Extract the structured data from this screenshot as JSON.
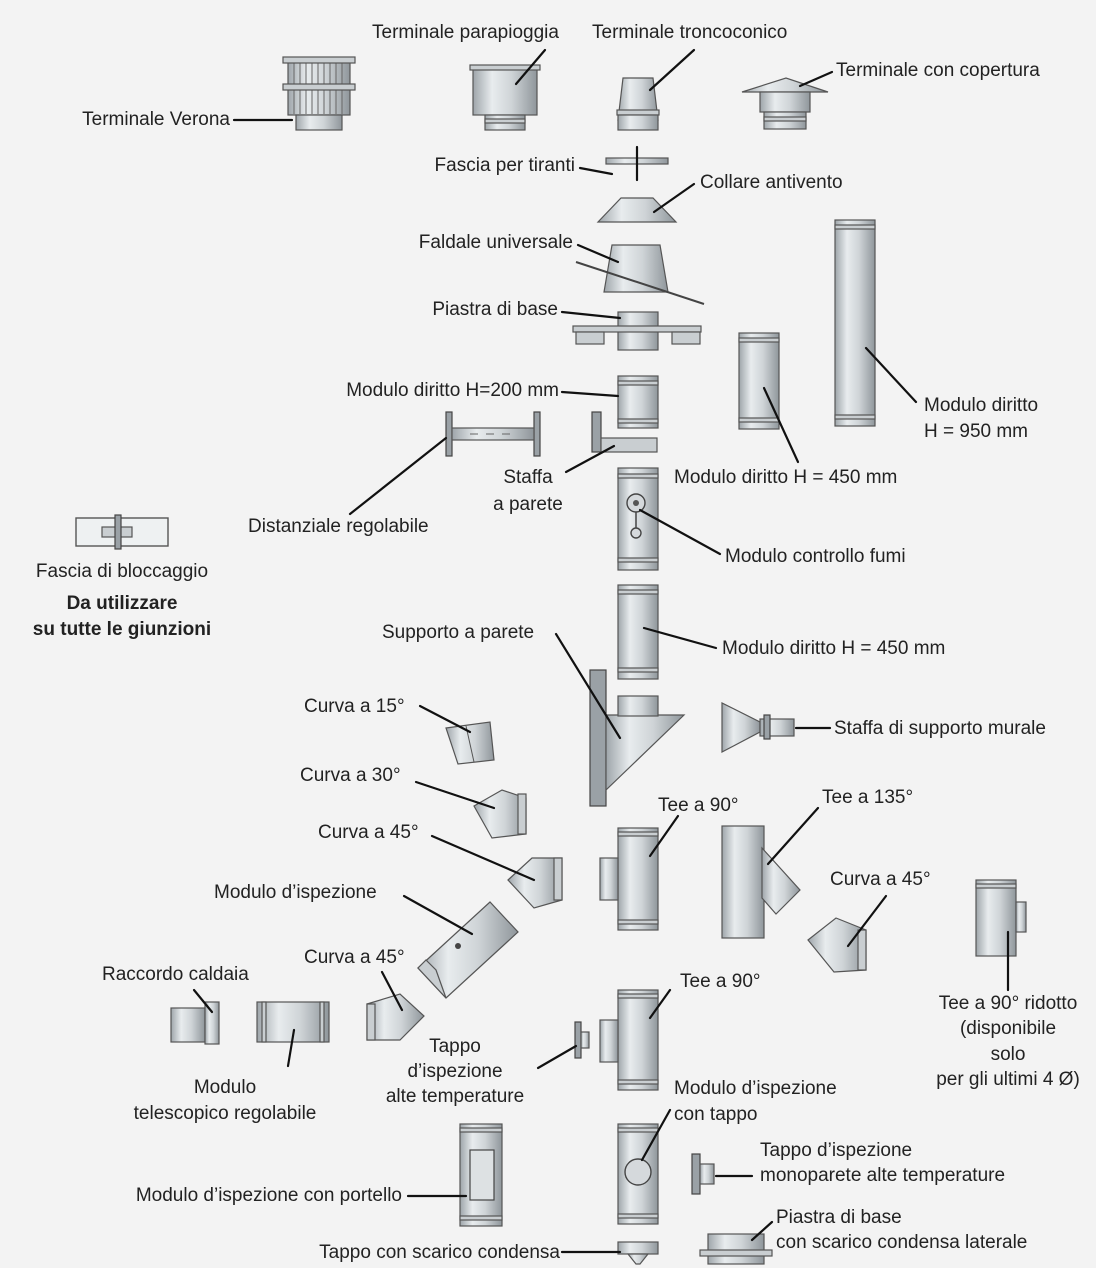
{
  "labels": {
    "terminale_verona": "Terminale Verona",
    "terminale_parapioggia": "Terminale parapioggia",
    "terminale_troncoconico": "Terminale troncoconico",
    "terminale_copertura": "Terminale con copertura",
    "fascia_tiranti": "Fascia per tiranti",
    "collare_antivento": "Collare antivento",
    "faldale_universale": "Faldale universale",
    "piastra_base": "Piastra di base",
    "modulo_200": "Modulo diritto H=200 mm",
    "modulo_950_l1": "Modulo diritto",
    "modulo_950_l2": "H = 950 mm",
    "modulo_450_a": "Modulo diritto H = 450 mm",
    "staffa_parete_l1": "Staffa",
    "staffa_parete_l2": "a parete",
    "distanziale": "Distanziale regolabile",
    "controllo_fumi": "Modulo controllo fumi",
    "fascia_bloccaggio": "Fascia di bloccaggio",
    "note_l1": "Da utilizzare",
    "note_l2": "su tutte le giunzioni",
    "supporto_parete": "Supporto a parete",
    "modulo_450_b": "Modulo diritto H = 450 mm",
    "curva_15": "Curva a 15°",
    "staffa_murale": "Staffa di supporto murale",
    "curva_30": "Curva a 30°",
    "tee_90_a": "Tee a 90°",
    "tee_135": "Tee a 135°",
    "curva_45_a": "Curva a 45°",
    "curva_45_b": "Curva a 45°",
    "modulo_ispezione": "Modulo d’ispezione",
    "curva_45_c": "Curva a 45°",
    "raccordo_caldaia": "Raccordo caldaia",
    "tee_90_b": "Tee a 90°",
    "tee_ridotto_l1": "Tee a 90° ridotto",
    "tee_ridotto_l2": "(disponibile",
    "tee_ridotto_l3": "solo",
    "tee_ridotto_l4": "per gli ultimi 4 Ø)",
    "telescopico_l1": "Modulo",
    "telescopico_l2": "telescopico regolabile",
    "tappo_alte_l1": "Tappo",
    "tappo_alte_l2": "d’ispezione",
    "tappo_alte_l3": "alte temperature",
    "ispezione_tappo_l1": "Modulo d’ispezione",
    "ispezione_tappo_l2": "con tappo",
    "tappo_mono_l1": "Tappo d’ispezione",
    "tappo_mono_l2": "monoparete alte temperature",
    "ispezione_portello": "Modulo d’ispezione con portello",
    "piastra_condensa_l1": "Piastra di base",
    "piastra_condensa_l2": "con scarico condensa laterale",
    "tappo_condensa": "Tappo con scarico condensa"
  }
}
